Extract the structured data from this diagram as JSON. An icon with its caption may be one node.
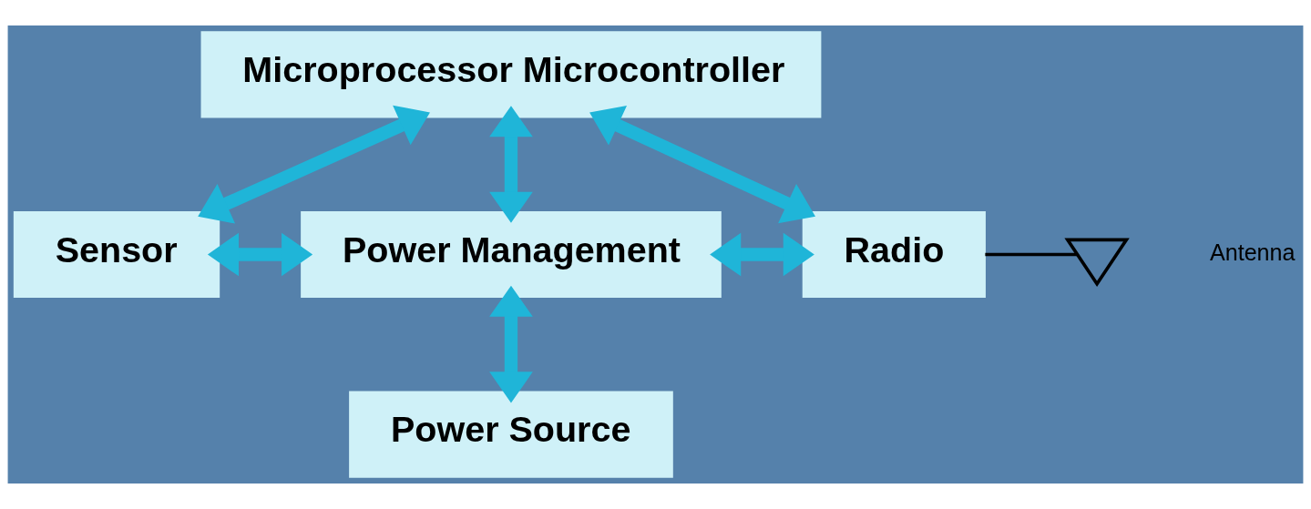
{
  "diagram": {
    "nodes": [
      {
        "text": [
          "Microprocessor Microcontroller"
        ]
      },
      {
        "text": [
          "Sensor"
        ]
      },
      {
        "text": [
          "Power Management"
        ]
      },
      {
        "text": [
          "Radio"
        ]
      },
      {
        "text": [],
        "shape": "antenna",
        "beside": [
          "Antenna"
        ]
      },
      {
        "text": [
          "Power Source"
        ]
      }
    ],
    "edges": [
      {
        "from": 0,
        "to": 1,
        "arrow": "both"
      },
      {
        "from": 0,
        "to": 3,
        "arrow": "both"
      },
      {
        "from": 0,
        "to": 2,
        "arrow": "both"
      },
      {
        "from": 1,
        "to": 2,
        "arrow": "both"
      },
      {
        "from": 2,
        "to": 3,
        "arrow": "both"
      },
      {
        "from": 3,
        "to": 4,
        "arrow": "none",
        "color": "#000000"
      },
      {
        "from": 2,
        "to": 5,
        "arrow": "both"
      }
    ]
  }
}
